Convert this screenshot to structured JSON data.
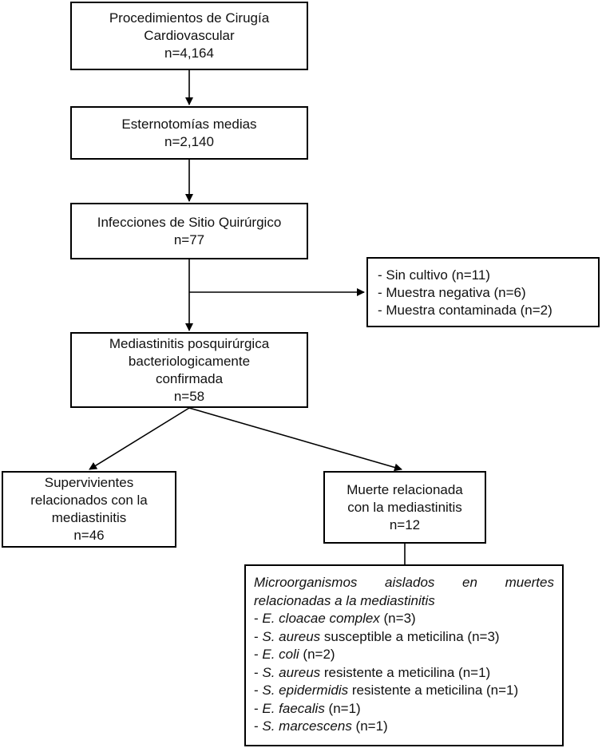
{
  "nodes": {
    "procedures": {
      "line1": "Procedimientos de Cirugía",
      "line2": "Cardiovascular",
      "count": "n=4,164"
    },
    "sternotomies": {
      "line1": "Esternotomías medias",
      "count": "n=2,140"
    },
    "ssi": {
      "line1": "Infecciones de Sitio Quirúrgico",
      "count": "n=77"
    },
    "excluded": {
      "items": [
        "- Sin cultivo (n=11)",
        "- Muestra negativa (n=6)",
        "- Muestra contaminada (n=2)"
      ]
    },
    "mediastinitis": {
      "line1": "Mediastinitis posquirúrgica",
      "line2": "bacteriologicamente",
      "line3": "confirmada",
      "count": "n=58"
    },
    "survivors": {
      "line1": "Supervivientes",
      "line2": "relacionados con la",
      "line3": "mediastinitis",
      "count": "n=46"
    },
    "deaths": {
      "line1": "Muerte relacionada",
      "line2": "con la mediastinitis",
      "count": "n=12"
    },
    "microorganisms": {
      "title_line1": "Microorganismos aislados en muertes",
      "title_line2": "relacionadas a la mediastinitis",
      "items": [
        {
          "prefix": "- ",
          "organism": "E. cloacae complex",
          "suffix": " (n=3)"
        },
        {
          "prefix": "- ",
          "organism": "S. aureus",
          "suffix": " susceptible a meticilina (n=3)"
        },
        {
          "prefix": "- ",
          "organism": "E. coli",
          "suffix": " (n=2)"
        },
        {
          "prefix": "- ",
          "organism": "S. aureus",
          "suffix": " resistente a meticilina (n=1)"
        },
        {
          "prefix": "- ",
          "organism": "S. epidermidis",
          "suffix": " resistente a meticilina (n=1)"
        },
        {
          "prefix": "- ",
          "organism": "E. faecalis",
          "suffix": " (n=1)"
        },
        {
          "prefix": "- ",
          "organism": "S. marcescens",
          "suffix": " (n=1)"
        }
      ]
    }
  }
}
